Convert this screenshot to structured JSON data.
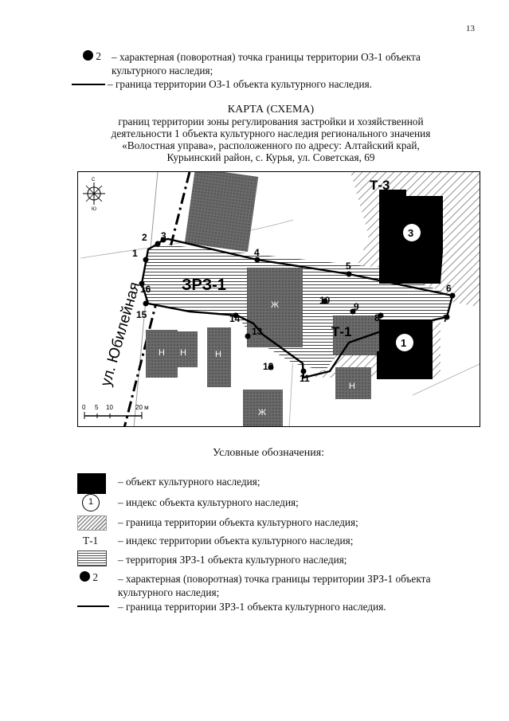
{
  "page_number": "13",
  "top_legend": [
    {
      "symbol": "point",
      "point_label": "2",
      "text": "– характерная (поворотная) точка границы территории ОЗ-1 объекта",
      "cont": "культурного наследия;"
    },
    {
      "symbol": "line",
      "text": "– граница территории ОЗ-1 объекта культурного наследия."
    }
  ],
  "heading": {
    "title": "КАРТА (СХЕМА)",
    "lines": [
      "границ территории зоны регулирования застройки и хозяйственной",
      "деятельности 1 объекта культурного наследия регионального значения",
      "«Волостная управа», расположенного по адресу: Алтайский край,",
      "Курьинский район, с. Курья, ул. Советская, 69"
    ]
  },
  "map": {
    "street_label": "ул. Юбилейная",
    "zone_label": "ЗРЗ-1",
    "territory_labels": [
      "Т-3",
      "Т-1"
    ],
    "object_indices": [
      "3",
      "1"
    ],
    "building_marks": [
      "Н",
      "Н",
      "Н",
      "Н",
      "Ж",
      "Ж"
    ],
    "points": [
      "1",
      "2",
      "3",
      "4",
      "5",
      "6",
      "7",
      "8",
      "9",
      "10",
      "11",
      "12",
      "13",
      "14",
      "15",
      "16"
    ],
    "scale_ticks": [
      "0",
      "5",
      "10",
      "20 м"
    ],
    "compass_letters": [
      "С",
      "Ю"
    ]
  },
  "legend": {
    "title": "Условные обозначения:",
    "items": [
      {
        "symbol": "black-square",
        "text": "– объект культурного наследия;"
      },
      {
        "symbol": "circle-index",
        "index": "1",
        "text": "– индекс объекта культурного наследия;"
      },
      {
        "symbol": "hatched",
        "text": "– граница территории объекта культурного наследия;"
      },
      {
        "symbol": "territory-index",
        "index": "Т-1",
        "text": "– индекс территории объекта культурного наследия;"
      },
      {
        "symbol": "striped",
        "text": "– территория ЗРЗ-1 объекта культурного наследия;"
      },
      {
        "symbol": "point",
        "point_label": "2",
        "text": "– характерная (поворотная) точка границы территории ЗРЗ-1 объекта",
        "cont": "культурного наследия;"
      },
      {
        "symbol": "line",
        "text": "– граница территории ЗРЗ-1 объекта культурного наследия."
      }
    ]
  }
}
